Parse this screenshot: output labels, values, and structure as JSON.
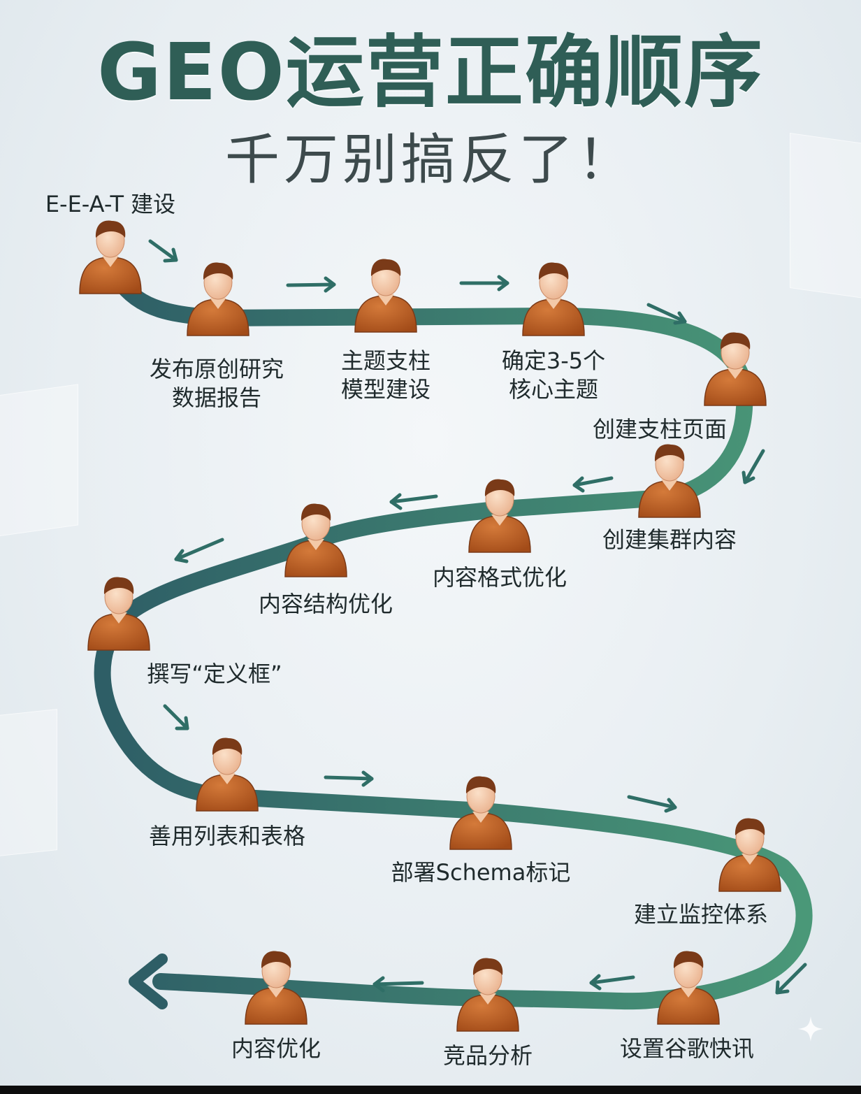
{
  "title": "GEO运营正确顺序",
  "subtitle": "千万别搞反了！",
  "colors": {
    "title": "#2f5e56",
    "path_dark": "#2e5e66",
    "path_light": "#4a9878",
    "person_body": "#b5561f",
    "person_skin": "#f3c9a8",
    "person_hair": "#7a3a18"
  },
  "icons": {
    "person": "person-icon",
    "arrow": "arrow-icon"
  },
  "steps": [
    {
      "id": 1,
      "label": "E-E-A-T 建设"
    },
    {
      "id": 2,
      "label": "发布原创研究\n数据报告"
    },
    {
      "id": 3,
      "label": "主题支柱\n模型建设"
    },
    {
      "id": 4,
      "label": "确定3-5个\n核心主题"
    },
    {
      "id": 5,
      "label": "创建支柱页面"
    },
    {
      "id": 6,
      "label": "创建集群内容"
    },
    {
      "id": 7,
      "label": "内容格式优化"
    },
    {
      "id": 8,
      "label": "内容结构优化"
    },
    {
      "id": 9,
      "label": "撰写“定义框”"
    },
    {
      "id": 10,
      "label": "善用列表和表格"
    },
    {
      "id": 11,
      "label": "部署Schema标记"
    },
    {
      "id": 12,
      "label": "建立监控体系"
    },
    {
      "id": 13,
      "label": "设置谷歌快讯"
    },
    {
      "id": 14,
      "label": "竞品分析"
    },
    {
      "id": 15,
      "label": "内容优化"
    }
  ]
}
